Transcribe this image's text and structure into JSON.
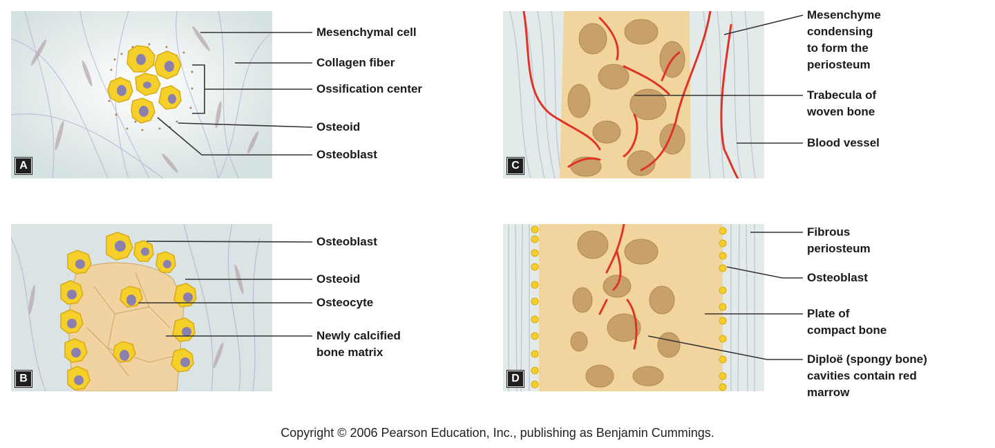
{
  "figure": {
    "copyright": "Copyright © 2006 Pearson Education, Inc., publishing as Benjamin Cummings."
  },
  "panels": {
    "a": {
      "letter": "A",
      "labels": [
        "Mesenchymal cell",
        "Collagen fiber",
        "Ossification center",
        "Osteoid",
        "Osteoblast"
      ]
    },
    "b": {
      "letter": "B",
      "labels": [
        "Osteoblast",
        "Osteoid",
        "Osteocyte",
        "Newly calcified\nbone matrix"
      ]
    },
    "c": {
      "letter": "C",
      "labels": [
        "Mesenchyme\ncondensing\nto form the\nperiosteum",
        "Trabecula of\nwoven bone",
        "Blood vessel"
      ]
    },
    "d": {
      "letter": "D",
      "labels": [
        "Fibrous\nperiosteum",
        "Osteoblast",
        "Plate of\ncompact bone",
        "Diploë (spongy bone)\ncavities contain red\nmarrow"
      ]
    }
  },
  "colors": {
    "background_tissue": "#dfe7e7",
    "cell": "#f5cf2a",
    "nucleus": "#8b7fb0",
    "bone": "#f1d7a4",
    "bone_cavity": "#cfa873",
    "vessel": "#e03326",
    "leader": "#333333"
  }
}
